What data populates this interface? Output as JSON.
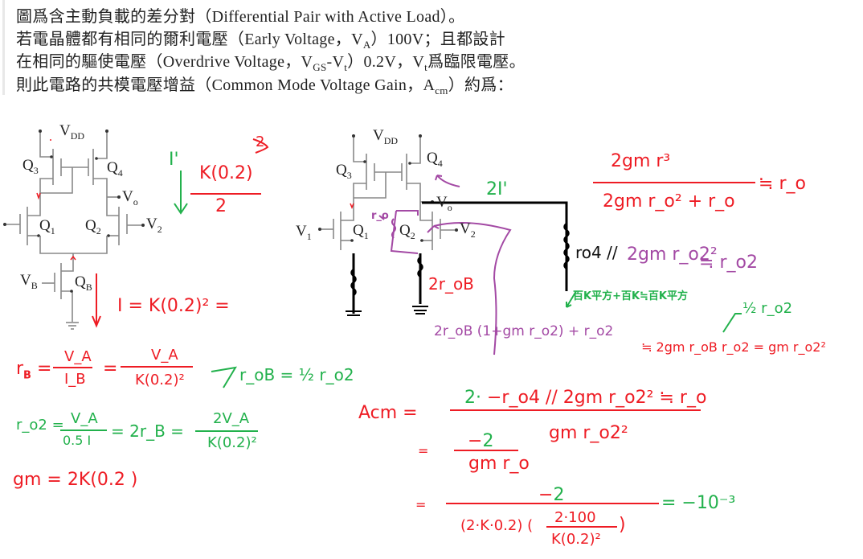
{
  "question": {
    "lines": [
      "圖爲含主動負載的差分對（Differential Pair with Active Load）。",
      "若電晶體都有相同的爾利電壓（Early Voltage，V",
      "在相同的驅使電壓（Overdrive Voltage，V",
      "則此電路的共模電壓增益（Common Mode Voltage Gain，A"
    ],
    "line2_sub": "A",
    "line2_tail": "）100V；且都設計",
    "line3_sub": "GS",
    "line3_mid": "-V",
    "line3_sub2": "t",
    "line3_tail": "）0.2V，V",
    "line3_sub3": "t",
    "line3_end": "爲臨限電壓。",
    "line4_sub": "cm",
    "line4_tail": "）約爲："
  },
  "colors": {
    "red": "#ee1c24",
    "green": "#22b14c",
    "purple": "#a349a4",
    "black": "#111111"
  },
  "circuit_left": {
    "vdd": "V",
    "vdd_sub": "DD",
    "q3": "Q",
    "q3_sub": "3",
    "q4": "Q",
    "q4_sub": "4",
    "q1": "Q",
    "q1_sub": "1",
    "q2": "Q",
    "q2_sub": "2",
    "vo": "V",
    "vo_sub": "o",
    "v2": "V",
    "v2_sub": "2",
    "vb": "V",
    "vb_sub": "B",
    "qb": "Q",
    "qb_sub": "B"
  },
  "circuit_right": {
    "vdd": "V",
    "vdd_sub": "DD",
    "q3": "Q",
    "q3_sub": "3",
    "q4": "Q",
    "q4_sub": "4",
    "q1": "Q",
    "q1_sub": "1",
    "q2": "Q",
    "q2_sub": "2",
    "vo": "V",
    "vo_sub": "o",
    "v1": "V",
    "v1_sub": "1",
    "v2": "V",
    "v2_sub": "2"
  },
  "notes": {
    "i_prime": "I'",
    "k02_num": "K(0.2)",
    "k02_exp": "2",
    "k02_den": "2",
    "i_eq": "I = K(0.2)² =",
    "rb_lhs": "r",
    "rb_sub": "B",
    "rb_eq": "=",
    "rb_num1": "V_A",
    "rb_den1": "I_B",
    "rb_eq2": "=",
    "rb_num2": "V_A",
    "rb_den2": "K(0.2)²",
    "rob_arrow": "→",
    "rob": "r_oB = ½ r_o2",
    "ro2_lhs": "r_o2 =",
    "ro2_num": "V_A",
    "ro2_den": "0.5 I",
    "ro2_mid": "= 2r_B =",
    "ro2_num2": "2V_A",
    "ro2_den2": "K(0.2)²",
    "gm": "gm = 2K(0.2 )",
    "two_i_prime": "2I'",
    "two_rob": "2r_oB",
    "ro_label": "r_o",
    "par_num": "2gm r³",
    "par_den": "2gm r_o² + r_o",
    "par_res": "≒ r_o",
    "ro4": "ro4 //",
    "ro4_par": "2gm r_o2²",
    "ro4_res": "≒ r_o2",
    "hint": "百K平方+百K≒百K平方",
    "rout_purple": "2r_oB (1+gm r_o2) + r_o2",
    "rout_red": "≒ 2gm r_oB r_o2 = gm r_o2²",
    "half_ro2": "½ r_o2",
    "acm": "Acm =",
    "acm_num_green": "2·",
    "acm_num_red": "−r_o4 // 2gm r_o2² ≒ r_o",
    "acm_den": "gm r_o2²",
    "eq2": "=",
    "step2_num_sign": "−",
    "step2_num": "2",
    "step2_den": "gm r_o",
    "eq3": "=",
    "step3_num_sign": "−",
    "step3_num": "2",
    "step3_den_a": "(2·K·0.2) (",
    "step3_den_frac_num": "2·100",
    "step3_den_frac_den": "K(0.2)²",
    "step3_den_close": ")",
    "result": "= −10⁻³"
  }
}
